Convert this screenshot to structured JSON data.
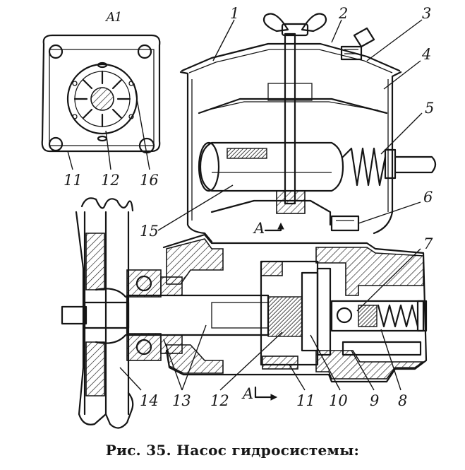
{
  "caption": "Рис. 35. Насос гидросистемы:",
  "inset_label": "А",
  "section_marks": {
    "top": "A",
    "bottom": "A"
  },
  "callouts": {
    "c1": "1",
    "c2": "2",
    "c3": "3",
    "c4": "4",
    "c5": "5",
    "c6": "6",
    "c7": "7",
    "c8": "8",
    "c9": "9",
    "c10": "10",
    "c11": "11",
    "c12": "12",
    "c13": "13",
    "c14": "14",
    "c15": "15",
    "i11": "11",
    "i12": "12",
    "i16": "16"
  },
  "colors": {
    "ink": "#151515",
    "paper": "#ffffff"
  }
}
